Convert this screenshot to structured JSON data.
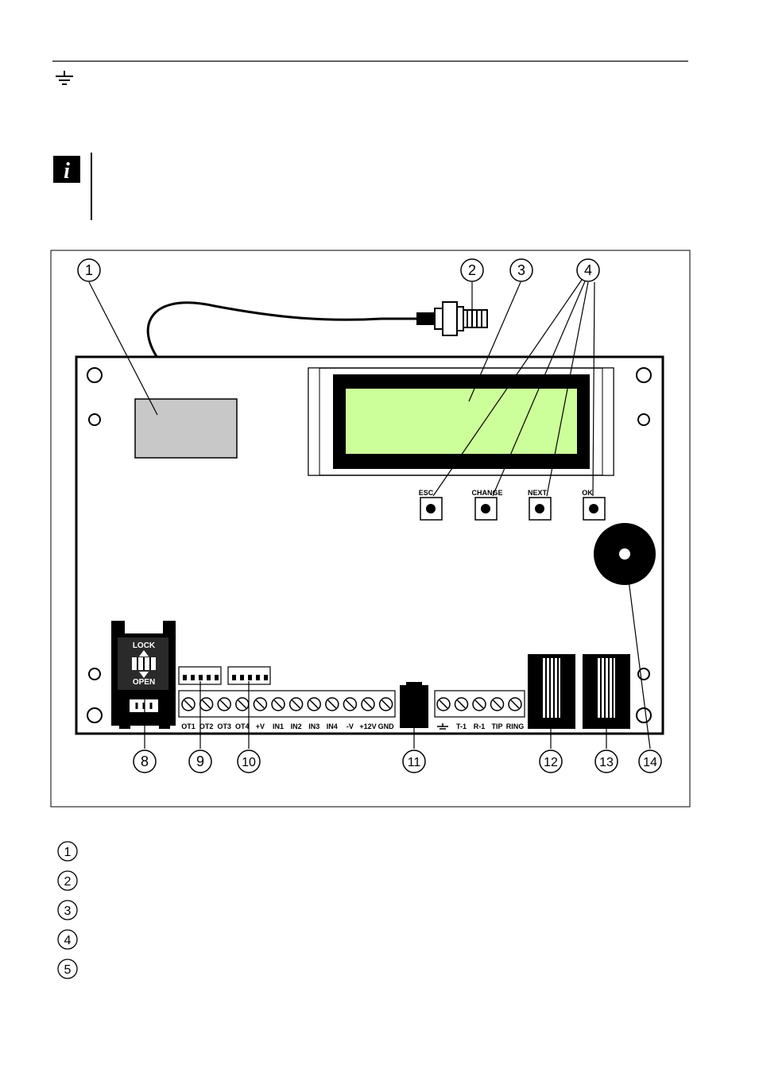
{
  "callouts": [
    "1",
    "2",
    "3",
    "4",
    "8",
    "9",
    "10",
    "11",
    "12",
    "13",
    "14"
  ],
  "buttons": [
    "ESC",
    "CHANGE",
    "NEXT",
    "OK"
  ],
  "sim_holder": {
    "lock": "LOCK",
    "open": "OPEN"
  },
  "terminals_left": [
    "OT1",
    "OT2",
    "OT3",
    "OT4",
    "+V",
    "IN1",
    "IN2",
    "IN3",
    "IN4",
    "-V",
    "+12V",
    "GND"
  ],
  "terminals_right": [
    "T-1",
    "R-1",
    "TIP",
    "RING"
  ],
  "legend": [
    "1",
    "2",
    "3",
    "4",
    "5"
  ],
  "colors": {
    "lcd_green": "#ccff99",
    "module_gray": "#c8c8c8",
    "ink": "#000000"
  },
  "icons": {
    "header": "ground-icon",
    "note": "info-icon"
  }
}
